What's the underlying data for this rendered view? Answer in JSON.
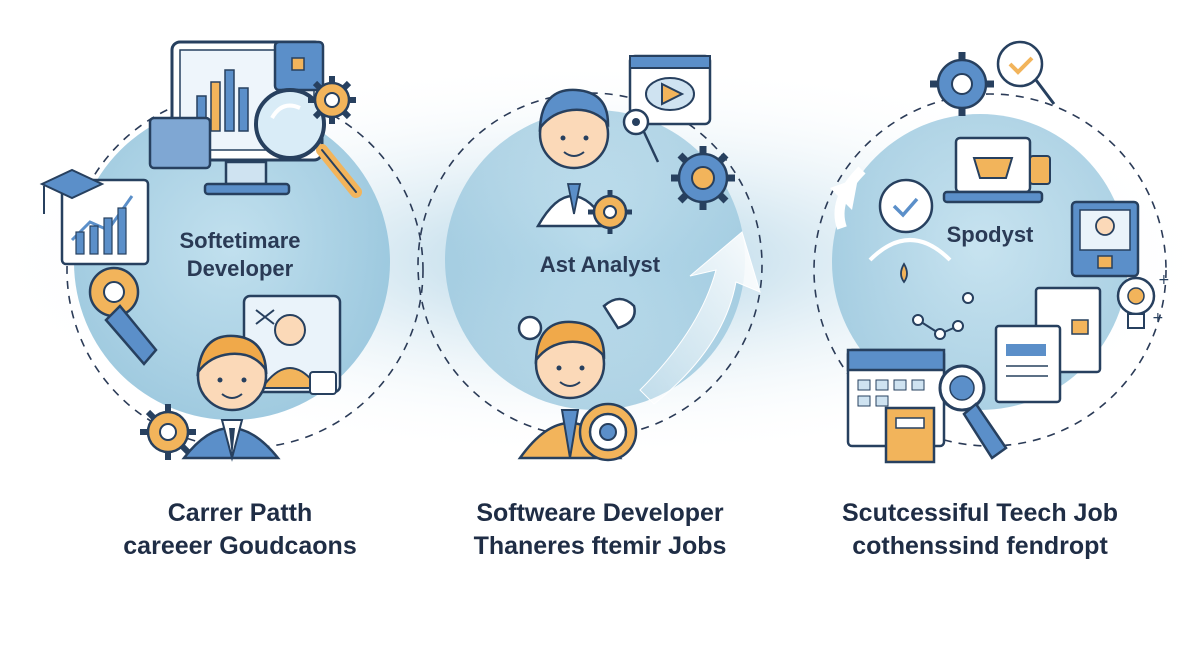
{
  "panels": [
    {
      "inner_label_lines": [
        "Softetimare",
        "Developer"
      ],
      "caption_lines": [
        "Carrer Patth",
        "careeer Goudcaons"
      ]
    },
    {
      "inner_label_lines": [
        "Ast Analyst"
      ],
      "caption_lines": [
        "Softweare Developer",
        "Thaneres ftemir Jobs"
      ]
    },
    {
      "inner_label_lines": [
        "Spodyst"
      ],
      "caption_lines": [
        "Scutcessiful Teech Job",
        "cothenssind fendropt"
      ]
    }
  ],
  "colors": {
    "outline": "#27405f",
    "accent_blue": "#5b8fc9",
    "accent_orange": "#f2b45b",
    "circle_fill": "#a9d1e4",
    "skin": "#fbd9b8",
    "hair": "#f0a94a"
  },
  "icons": [
    "analytics-monitor-icon",
    "magnifier-icon",
    "gear-icon",
    "graduation-chart-icon",
    "wrench-icon",
    "video-call-icon",
    "developer-avatar-icon",
    "video-player-icon",
    "analyst-avatar-icon",
    "target-icon",
    "growth-arrow-icon",
    "cycle-arrow-icon",
    "checkmark-badge-icon",
    "shopping-laptop-icon",
    "profile-card-icon",
    "document-icon",
    "lightbulb-icon",
    "calendar-icon",
    "search-icon"
  ]
}
